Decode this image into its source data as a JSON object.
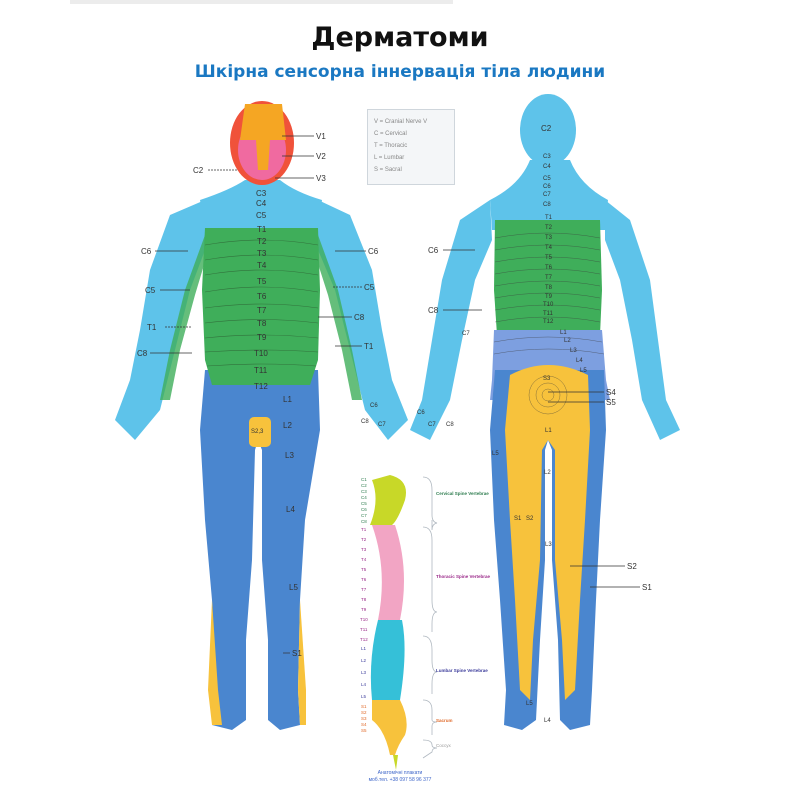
{
  "header": {
    "title": "Дерматоми",
    "subtitle": "Шкірна сенсорна іннервація тіла людини"
  },
  "legend": {
    "items": [
      "V = Cranial Nerve V",
      "C = Cervical",
      "T = Thoracic",
      "L = Lumbar",
      "S = Sacral"
    ]
  },
  "colors": {
    "trigeminal_v1": "#f5a623",
    "trigeminal_v2": "#f06aa0",
    "trigeminal_v3": "#f0523a",
    "cervical": "#5ec3ea",
    "thoracic": "#3fae5a",
    "lumbar": "#4a86cf",
    "sacral": "#f7c23c",
    "subtitle": "#1a78c2"
  },
  "front_view": {
    "face_labels": [
      "V1",
      "V2",
      "V3"
    ],
    "neck_label": "C2",
    "midline_labels": [
      "C3",
      "C4",
      "C5",
      "T1",
      "T2",
      "T3",
      "T4",
      "T5",
      "T6",
      "T7",
      "T8",
      "T9",
      "T10",
      "T11",
      "T12"
    ],
    "left_arm_labels": [
      "C6",
      "C5",
      "T1",
      "C8"
    ],
    "right_arm_labels": [
      "C6",
      "C5",
      "C8",
      "T1"
    ],
    "right_hand_labels": [
      "C6",
      "C8",
      "C7"
    ],
    "groin_label": "S2,3",
    "leg_labels": [
      "L1",
      "L2",
      "L3",
      "L4",
      "L5",
      "S1"
    ]
  },
  "back_view": {
    "head_label": "C2",
    "spine_labels": [
      "C3",
      "C4",
      "C5",
      "C6",
      "C7",
      "C8",
      "T1",
      "T2",
      "T3",
      "T4",
      "T5",
      "T6",
      "T7",
      "T8",
      "T9",
      "T10",
      "T11",
      "T12",
      "L1",
      "L2",
      "L3",
      "L4",
      "L5"
    ],
    "arm_labels": [
      "C6",
      "C8",
      "C7"
    ],
    "hand_labels": [
      "C6",
      "C7",
      "C8"
    ],
    "sacral_labels": [
      "S3",
      "S4",
      "S5"
    ],
    "leg_labels": [
      "L1",
      "L2",
      "L3",
      "L5",
      "S1",
      "S2",
      "S2",
      "S1",
      "L5",
      "L4"
    ]
  },
  "spine_diagram": {
    "cervical_vertebrae": [
      "C1",
      "C2",
      "C3",
      "C4",
      "C5",
      "C6",
      "C7",
      "C8"
    ],
    "thoracic_vertebrae": [
      "T1",
      "T2",
      "T3",
      "T4",
      "T5",
      "T6",
      "T7",
      "T8",
      "T9",
      "T10",
      "T11",
      "T12"
    ],
    "lumbar_vertebrae": [
      "L1",
      "L2",
      "L3",
      "L4",
      "L5"
    ],
    "sacral_vertebrae": [
      "S1",
      "S2",
      "S3",
      "S4",
      "S5"
    ],
    "sections": [
      "Cervical Spine Vertebrae",
      "Thoracic Spine Vertebrae",
      "Lumbar Spine Vertebrae",
      "Sacrum",
      "Coccyx"
    ]
  },
  "footer": {
    "line1": "Анатомічні плакати",
    "line2": "моб.тел. +38 097 58 96 377"
  }
}
